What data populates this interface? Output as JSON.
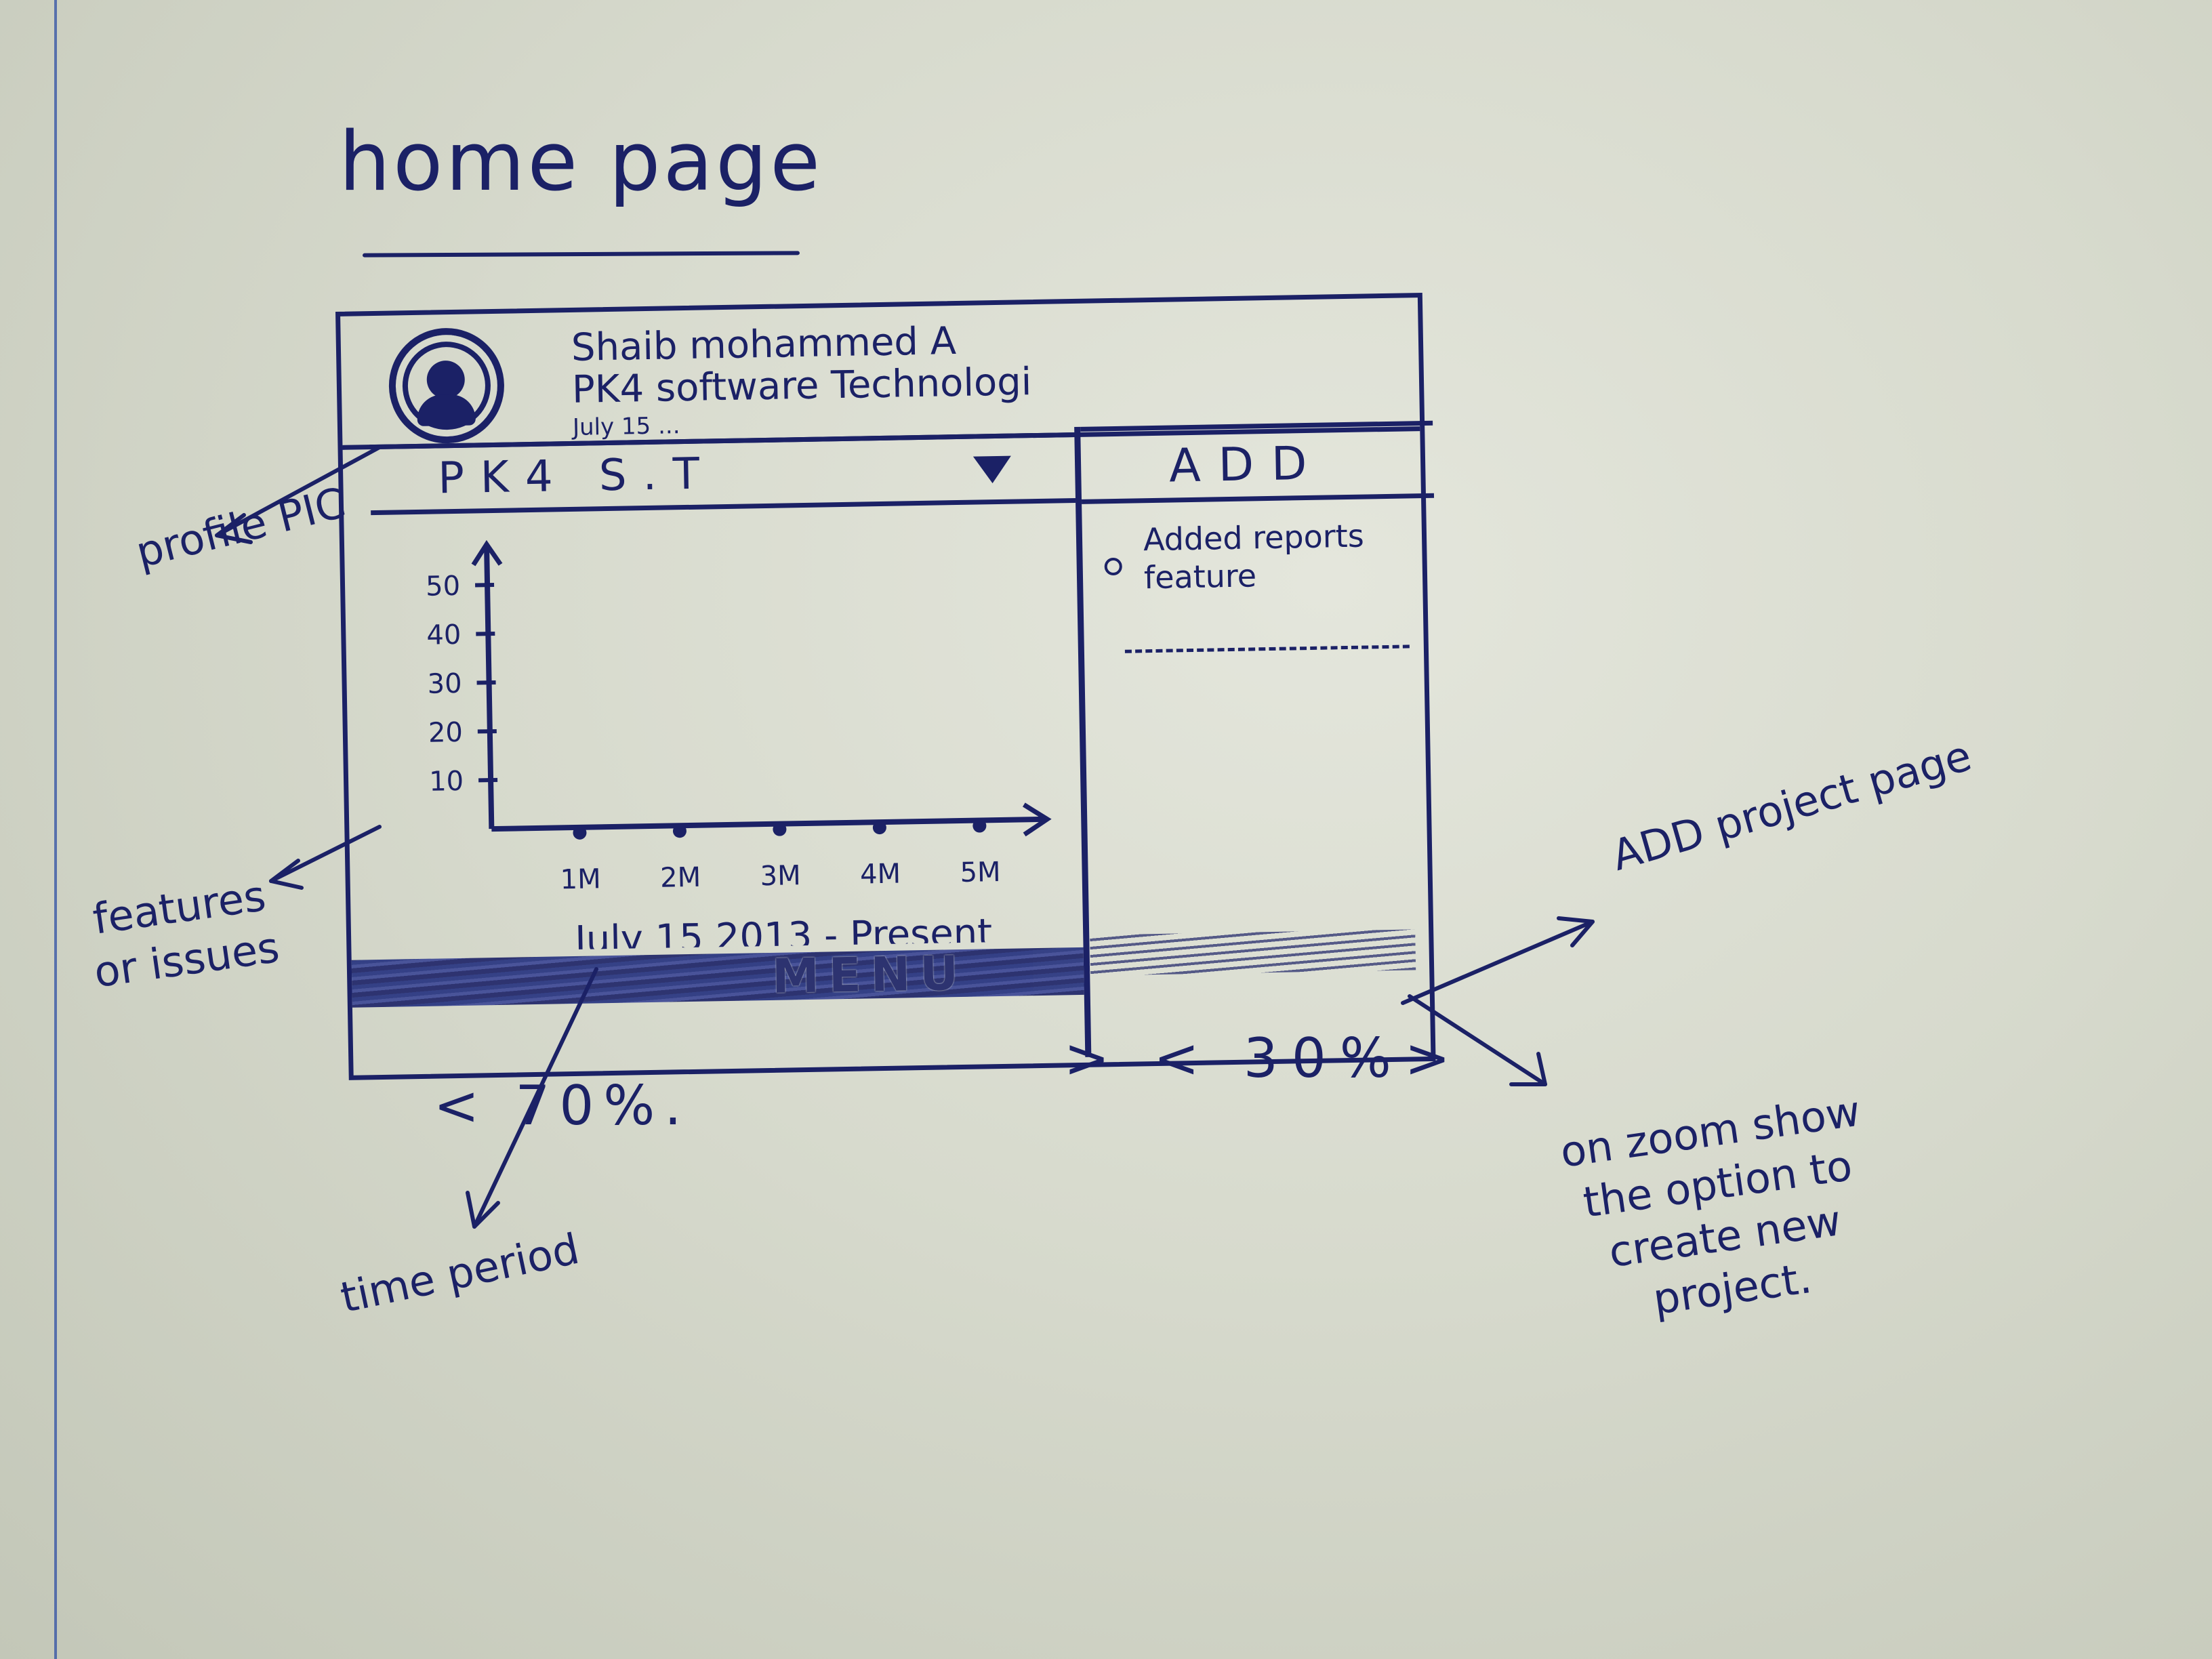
{
  "page": {
    "title": "home page"
  },
  "header": {
    "name": "Shaib mohammed A",
    "company": "PK4 software Technologi",
    "date": "July 15 ..."
  },
  "tabbar": {
    "project_label": "PK4 S.T",
    "dropdown_icon": "triangle-down-icon"
  },
  "sidepanel": {
    "add_label": "ADD",
    "activity": [
      {
        "text": "Added reports feature"
      }
    ]
  },
  "chart_data": {
    "type": "line",
    "x": [
      "1M",
      "2M",
      "3M",
      "4M",
      "5M"
    ],
    "yticks": [
      10,
      20,
      30,
      40,
      50
    ],
    "ylim": [
      0,
      50
    ],
    "series": [],
    "caption": "July 15 2013 - Present"
  },
  "footer": {
    "menu_label": "MENU",
    "left_share": "< 70%.",
    "right_share": "> < 30%>"
  },
  "annotations": {
    "profile_pic": "profile PIC",
    "features": "features or issues",
    "time_period": "time period",
    "add_project": "ADD project page",
    "on_zoom": "on zoom show the option to create new project."
  }
}
